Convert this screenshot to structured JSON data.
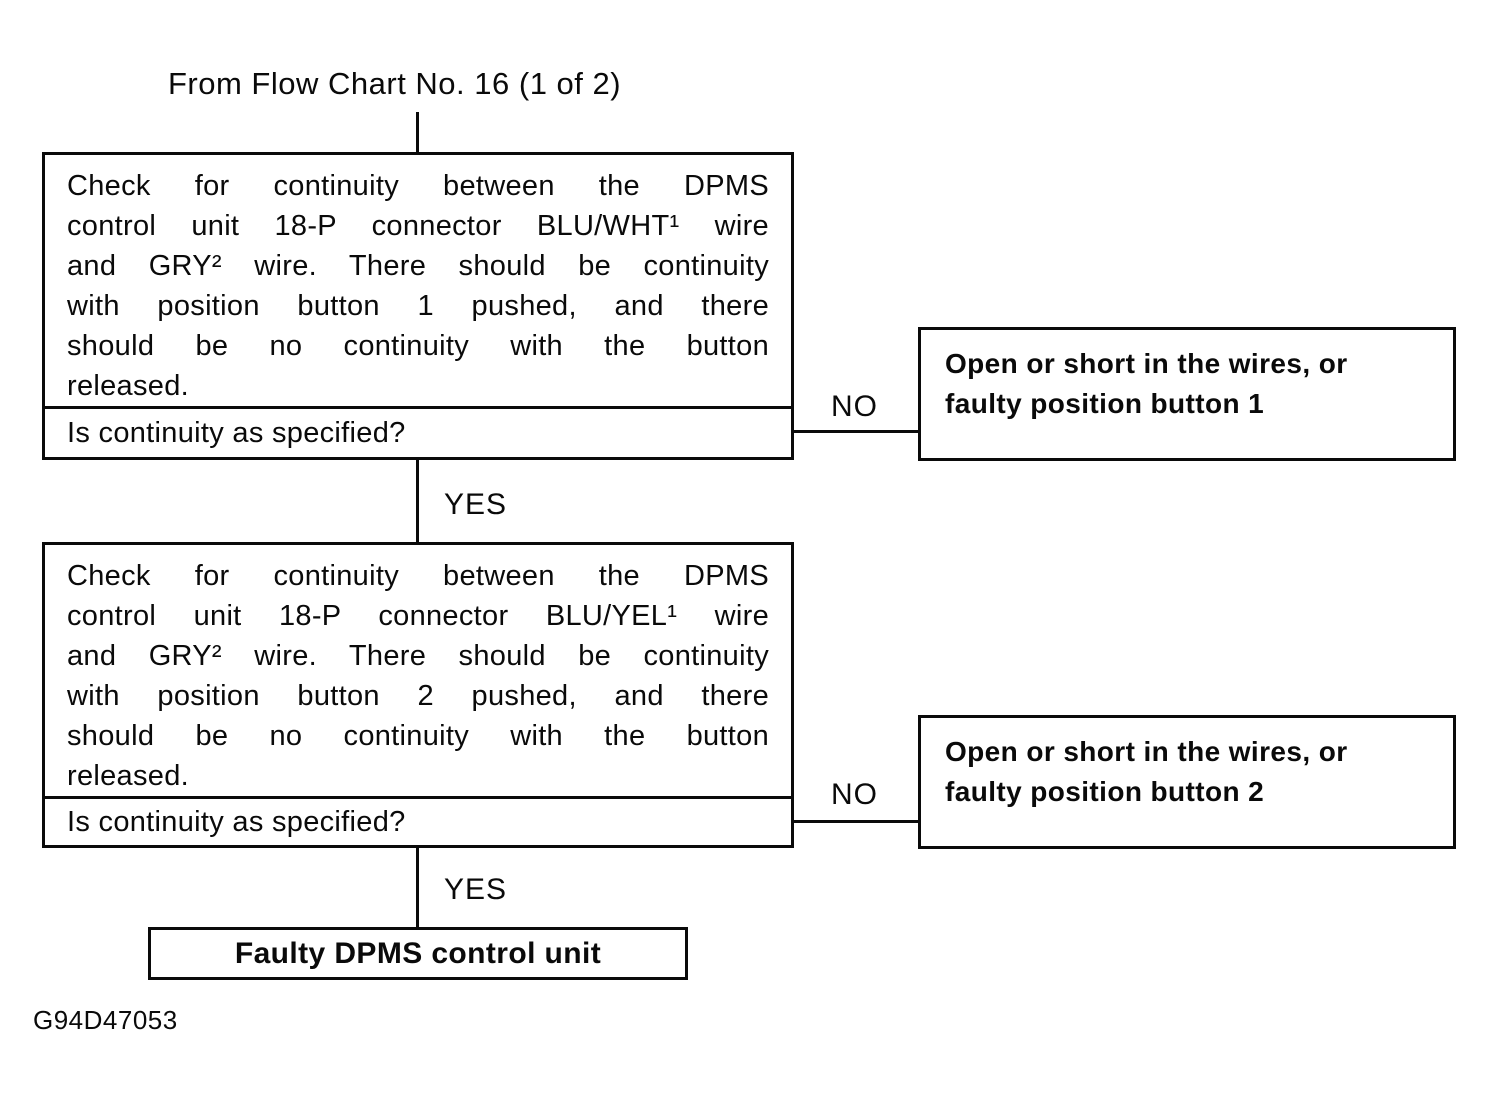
{
  "page": {
    "source_label": "From Flow Chart No. 16 (1 of 2)",
    "figure_id": "G94D47053"
  },
  "decision1": {
    "lines": [
      "Check for continuity between the DPMS",
      "control unit 18-P connector BLU/WHT¹ wire",
      "and GRY² wire. There should be continuity",
      "with position button 1 pushed, and there",
      "should be no continuity with the button",
      "released."
    ],
    "question": "Is continuity as specified?",
    "no_label": "NO",
    "yes_label": "YES"
  },
  "result1": {
    "lines": [
      "Open or short in the wires, or",
      "faulty position button 1"
    ]
  },
  "decision2": {
    "lines": [
      "Check for continuity between the DPMS",
      "control unit 18-P connector BLU/YEL¹ wire",
      "and GRY² wire. There should be continuity",
      "with position button 2 pushed, and there",
      "should be no continuity with the button",
      "released."
    ],
    "question": "Is continuity as specified?",
    "no_label": "NO",
    "yes_label": "YES"
  },
  "result2": {
    "lines": [
      "Open or short in the wires, or",
      "faulty position button 2"
    ]
  },
  "final_result": {
    "label": "Faulty DPMS control unit"
  }
}
